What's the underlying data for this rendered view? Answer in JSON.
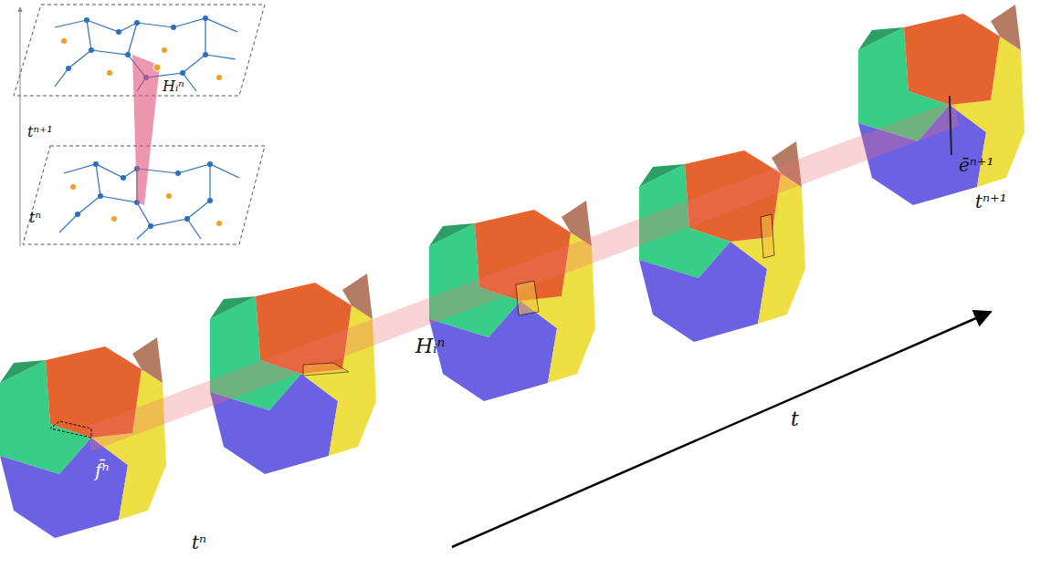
{
  "diagram": {
    "labels": [
      "Hᵢⁿ",
      "tⁿ⁺¹",
      "ēⁿ⁺¹",
      "tⁿ⁺¹",
      "tⁿ",
      "Hᵢⁿ",
      "t",
      "f̄ⁿ",
      "tⁿ"
    ]
  }
}
